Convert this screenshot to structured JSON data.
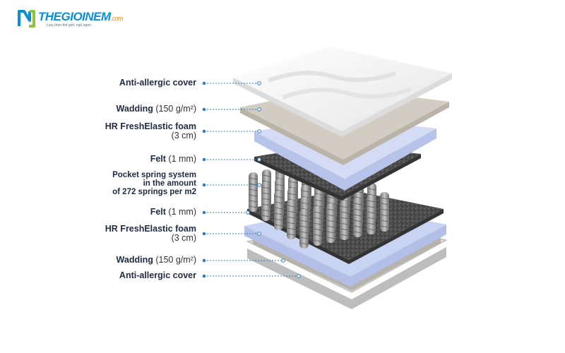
{
  "brand": {
    "name": "THEGIOINEM",
    "domain_suffix": ".com",
    "tagline": "Lựa chọn thế giới, ngủ ngon",
    "colors": {
      "blue": "#0a8fd6",
      "green": "#8cc63f",
      "orange": "#f28c1b"
    }
  },
  "layers": [
    {
      "name": "Anti-allergic cover",
      "note": ""
    },
    {
      "name": "Wadding",
      "note": "(150 g/m²)"
    },
    {
      "name": "HR FreshElastic foam",
      "note": "(3 cm)"
    },
    {
      "name": "Felt",
      "note": "(1 mm)"
    },
    {
      "name": "Pocket spring system",
      "line2": "in the amount",
      "line3": "of 272 springs per m2"
    },
    {
      "name": "Felt",
      "note": "(1 mm)"
    },
    {
      "name": "HR FreshElastic foam",
      "note": "(3 cm)"
    },
    {
      "name": "Wadding",
      "note": "(150 g/m²)"
    },
    {
      "name": "Anti-allergic cover",
      "note": ""
    }
  ],
  "colors": {
    "leader": "#2f7fc0",
    "cover": "#f4f4f4",
    "wadding": "#cfcac2",
    "foam": "#c9d3f2",
    "felt": "#4a4a4a",
    "spring": "#8a8a8a"
  }
}
